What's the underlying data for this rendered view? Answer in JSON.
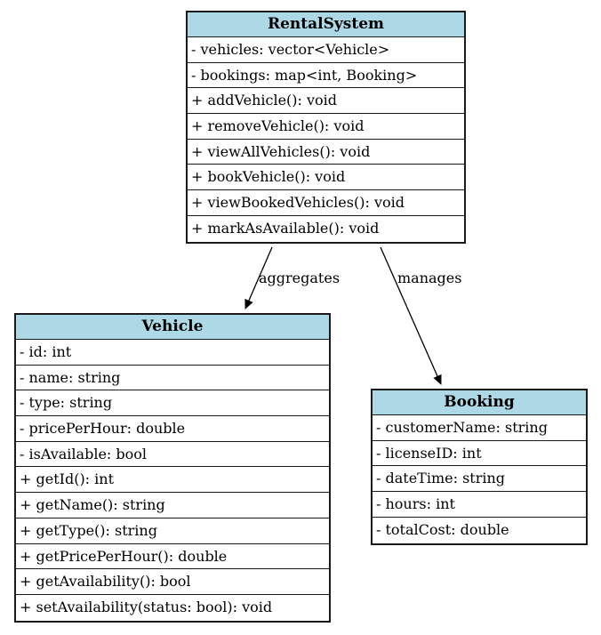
{
  "classes": {
    "rental_system": {
      "name": "RentalSystem",
      "rows": [
        "- vehicles: vector<Vehicle>",
        "- bookings: map<int, Booking>",
        "+ addVehicle(): void",
        "+ removeVehicle(): void",
        "+ viewAllVehicles(): void",
        "+ bookVehicle(): void",
        "+ viewBookedVehicles(): void",
        "+ markAsAvailable(): void"
      ]
    },
    "vehicle": {
      "name": "Vehicle",
      "rows": [
        "- id: int",
        "- name: string",
        "- type: string",
        "- pricePerHour: double",
        "- isAvailable: bool",
        "+ getId(): int",
        "+ getName(): string",
        "+ getType(): string",
        "+ getPricePerHour(): double",
        "+ getAvailability(): bool",
        "+ setAvailability(status: bool): void"
      ]
    },
    "booking": {
      "name": "Booking",
      "rows": [
        "- customerName: string",
        "- licenseID: int",
        "- dateTime: string",
        "- hours: int",
        "- totalCost: double"
      ]
    }
  },
  "edges": {
    "aggregates": "aggregates",
    "manages": "manages"
  },
  "colors": {
    "header_fill": "#add8e6",
    "border": "#1a1a1a"
  }
}
